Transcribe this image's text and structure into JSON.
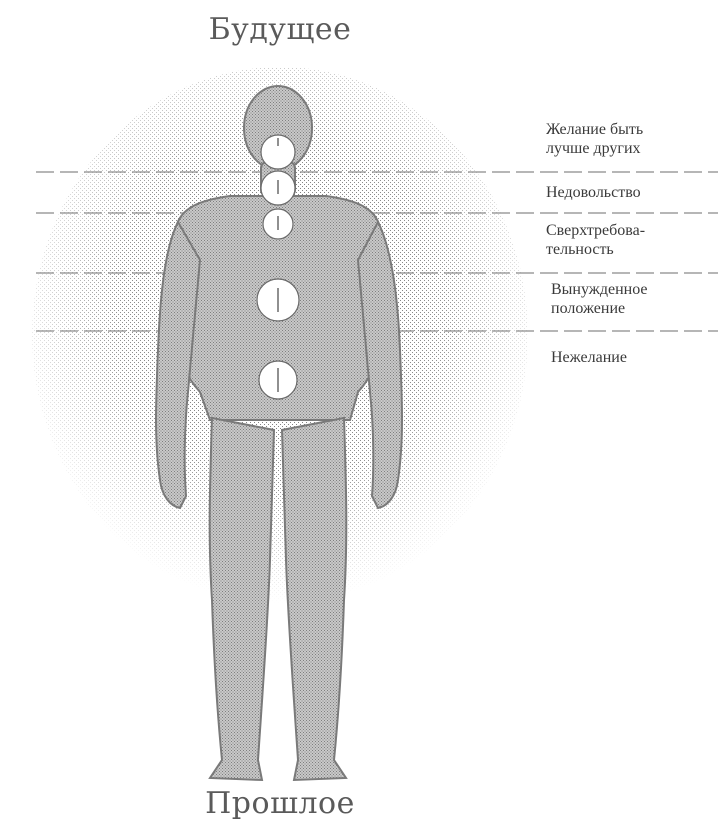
{
  "top_label": "Будущее",
  "bottom_label": "Прошлое",
  "levels": [
    {
      "lines": [
        "Желание быть",
        "лучше других"
      ]
    },
    {
      "lines": [
        "Недовольство"
      ]
    },
    {
      "lines": [
        "Сверхтребова-",
        "тельность"
      ]
    },
    {
      "lines": [
        "Вынужденное",
        "положение"
      ]
    },
    {
      "lines": [
        "Нежелание"
      ]
    }
  ],
  "colors": {
    "figure": "#8a8a8a",
    "aura": "#9a9a9a",
    "center": "#ffffff",
    "text": "#3a3a3a"
  },
  "icons": [
    "human-figure-icon",
    "energy-center-icon"
  ]
}
